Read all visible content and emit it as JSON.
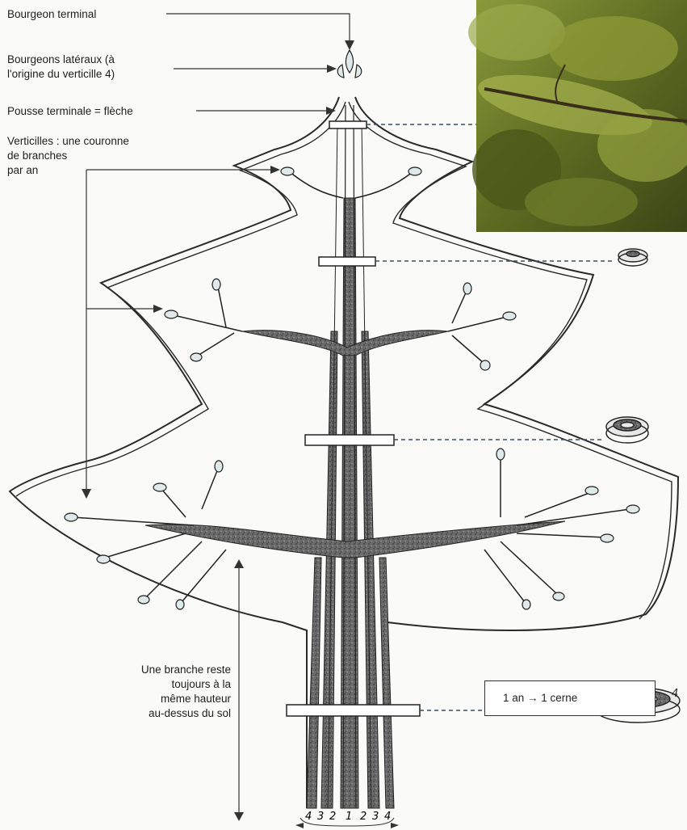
{
  "labels": {
    "terminal_bud": "Bourgeon terminal",
    "lateral_buds_1": "Bourgeons latéraux (à",
    "lateral_buds_2": "l'origine du verticille 4)",
    "terminal_shoot": "Pousse terminale = flèche",
    "whorls_1": "Verticilles : une couronne",
    "whorls_2": "de branches",
    "whorls_3": "par an",
    "branch_height_1": "Une branche reste",
    "branch_height_2": "toujours à la",
    "branch_height_3": "même hauteur",
    "branch_height_4": "au-dessus du sol"
  },
  "legend": {
    "text": "1 an → 1 cerne"
  },
  "ring_numbers": [
    "4",
    "3",
    "2",
    "1",
    "2",
    "3",
    "4"
  ],
  "section_disc_label": "4",
  "colors": {
    "ink": "#2a2a2a",
    "wood_fill": "#5a5a5a",
    "bud_fill": "#dfe9ea",
    "dash": "#3a4e63",
    "photo_dark": "#3f4a1e",
    "photo_leaf": "#7f8c2c"
  }
}
